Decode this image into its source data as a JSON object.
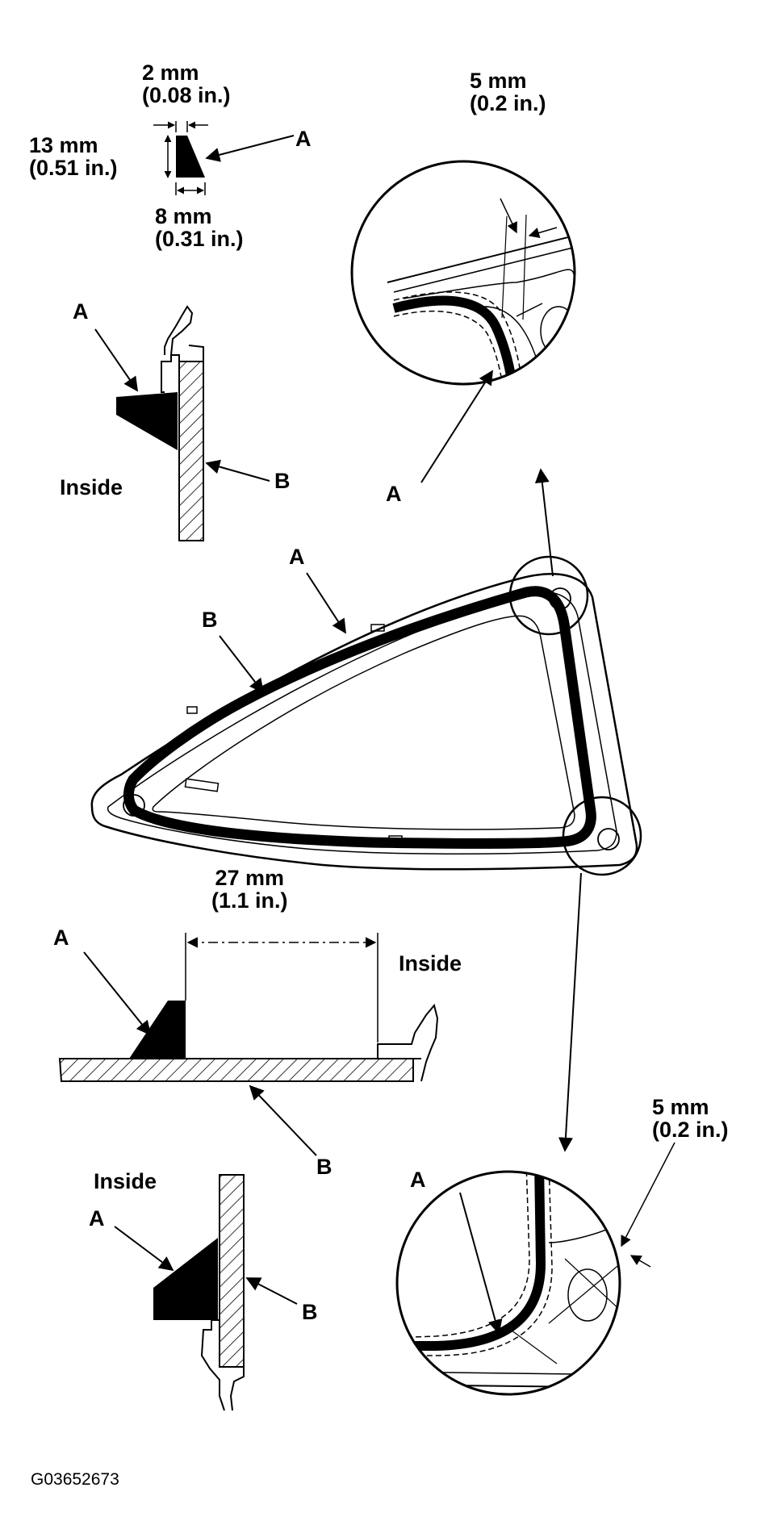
{
  "bead_profile": {
    "width_top": "2 mm",
    "width_top_in": "(0.08 in.)",
    "height": "13 mm",
    "height_in": "(0.51 in.)",
    "width_bottom": "8 mm",
    "width_bottom_in": "(0.31 in.)",
    "label_a": "A"
  },
  "section_upper_left": {
    "label_a": "A",
    "label_b": "B",
    "inside": "Inside"
  },
  "detail_top": {
    "dim": "5 mm",
    "dim_in": "(0.2 in.)",
    "label_a": "A"
  },
  "glass_main": {
    "label_a": "A",
    "label_b": "B"
  },
  "section_middle": {
    "dim": "27 mm",
    "dim_in": "(1.1 in.)",
    "inside": "Inside",
    "label_a": "A",
    "label_b": "B"
  },
  "section_lower_left": {
    "inside": "Inside",
    "label_a": "A",
    "label_b": "B"
  },
  "detail_bottom": {
    "dim": "5 mm",
    "dim_in": "(0.2 in.)",
    "label_a": "A"
  },
  "figure_code": "G03652673"
}
